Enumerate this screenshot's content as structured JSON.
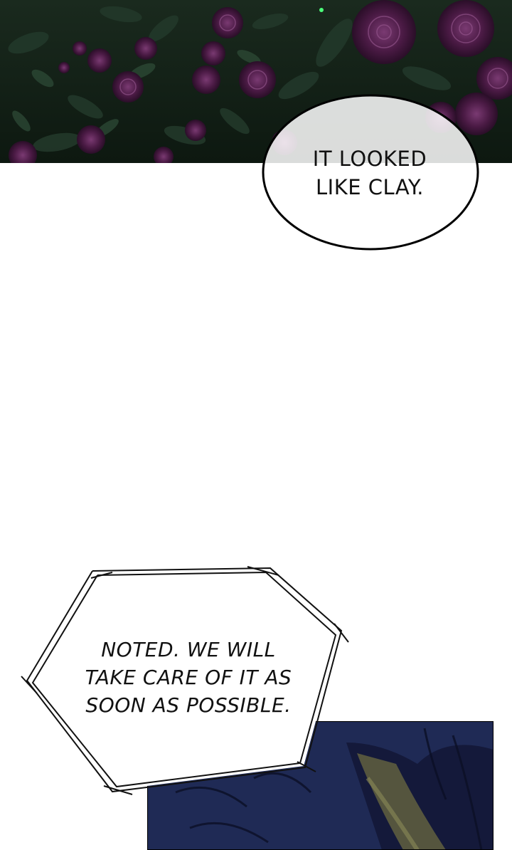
{
  "scene": {
    "top_panel": "rose-bush-panel",
    "bottom_panel": "dark-clothing-panel"
  },
  "speech_bubble": {
    "line1": "IT LOOKED",
    "line2": "LIKE CLAY."
  },
  "narration_box": {
    "line1": "NOTED. WE WILL",
    "line2": "TAKE CARE OF IT AS",
    "line3": "SOON AS POSSIBLE."
  },
  "colors": {
    "rose": "#4a1a44",
    "leaves": "#142418",
    "cloth": "#1f2a55"
  }
}
